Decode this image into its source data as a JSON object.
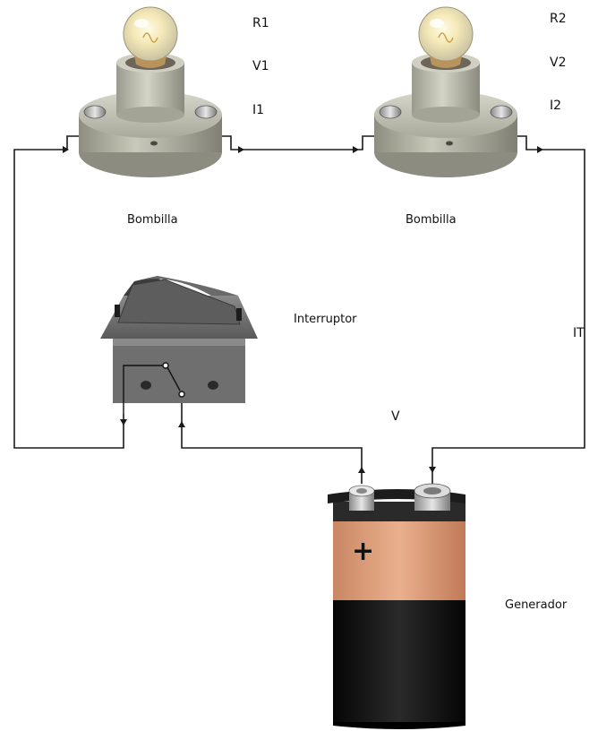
{
  "bulb1": {
    "label": "Bombilla",
    "resistance": "R1",
    "voltage": "V1",
    "current": "I1"
  },
  "bulb2": {
    "label": "Bombilla",
    "resistance": "R2",
    "voltage": "V2",
    "current": "I2"
  },
  "switch": {
    "label": "Interruptor"
  },
  "battery": {
    "label": "Generador",
    "plus_symbol": "+",
    "voltage": "V"
  },
  "total_current": "IT",
  "colors": {
    "wire": "#1a1a1a",
    "battery_top": "#e0a07c",
    "battery_body": "#111111",
    "socket": "#b9b9ac",
    "switch_body": "#777777"
  }
}
